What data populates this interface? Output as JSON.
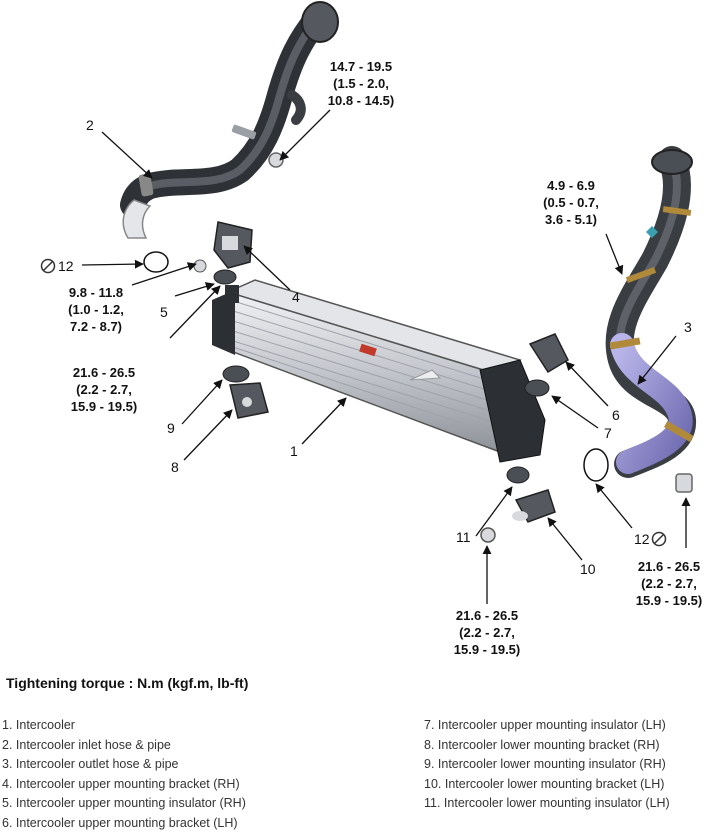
{
  "callouts": {
    "c1": "1",
    "c2": "2",
    "c3": "3",
    "c4": "4",
    "c5": "5",
    "c6": "6",
    "c7": "7",
    "c8": "8",
    "c9": "9",
    "c10": "10",
    "c11": "11",
    "c12_left": "12",
    "c12_right": "12"
  },
  "torques": {
    "t1": [
      "14.7 - 19.5",
      "(1.5 - 2.0,",
      "10.8 - 14.5)"
    ],
    "t2": [
      "4.9 - 6.9",
      "(0.5 - 0.7,",
      "3.6 - 5.1)"
    ],
    "t3": [
      "9.8 - 11.8",
      "(1.0 - 1.2,",
      "7.2 - 8.7)"
    ],
    "t4": [
      "21.6 - 26.5",
      "(2.2 - 2.7,",
      "15.9 - 19.5)"
    ],
    "t5": [
      "21.6 - 26.5",
      "(2.2 - 2.7,",
      "15.9 - 19.5)"
    ],
    "t6": [
      "21.6 - 26.5",
      "(2.2 - 2.7,",
      "15.9 - 19.5)"
    ]
  },
  "tightening_title": "Tightening torque : N.m (kgf.m, lb-ft)",
  "legend_left": [
    "1. Intercooler",
    "2. Intercooler inlet hose & pipe",
    "3. Intercooler outlet hose & pipe",
    "4. Intercooler upper mounting bracket (RH)",
    "5. Intercooler upper mounting insulator (RH)",
    "6. Intercooler upper mounting bracket (LH)"
  ],
  "legend_right": [
    "7. Intercooler upper mounting insulator (LH)",
    "8. Intercooler lower mounting bracket (RH)",
    "9. Intercooler lower mounting insulator (RH)",
    "10. Intercooler lower mounting bracket (LH)",
    "11. Intercooler lower mounting insulator (LH)"
  ],
  "colors": {
    "hose_dark": "#4a4e55",
    "hose_purple": "#8a86c8",
    "clamp_gold": "#b08a3a",
    "cooler_silver": "#c9ccd2",
    "line": "#111111"
  },
  "icons": [
    "do-not-reuse-icon"
  ]
}
